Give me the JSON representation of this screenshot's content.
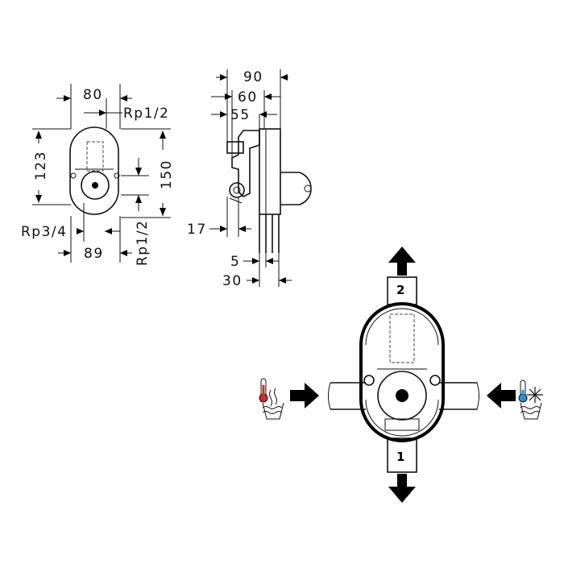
{
  "front_view": {
    "width_top": "80",
    "outlet_thread_top": "Rp1/2",
    "height_left": "123",
    "height_right": "150",
    "inlet_thread": "Rp3/4",
    "width_bottom": "89",
    "outlet_thread_bottom": "Rp1/2"
  },
  "side_view": {
    "depth_overall": "90",
    "depth_60": "60",
    "depth_55": "55",
    "offset_17": "17",
    "min_5": "5",
    "max_30": "30"
  },
  "flow_diagram": {
    "outlet_top": "2",
    "outlet_bottom": "1",
    "hot_icon": "hot-water-icon",
    "cold_icon": "cold-water-icon",
    "hot_color": "#d62a2a",
    "cold_color": "#2a8fd6"
  }
}
